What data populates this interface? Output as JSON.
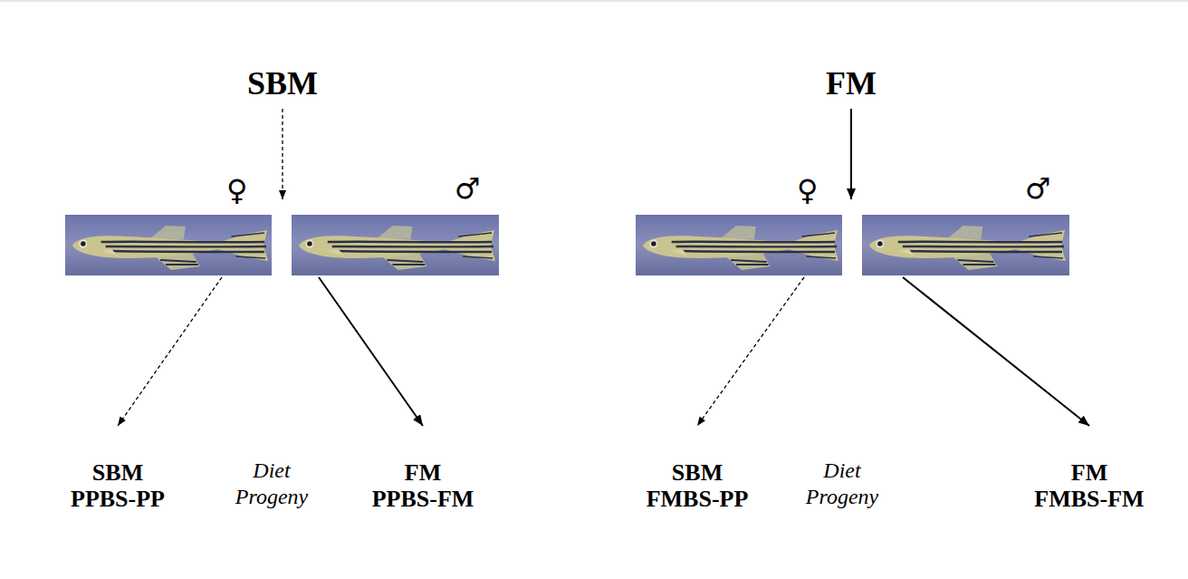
{
  "diagram": {
    "nodes": [
      {
        "text": [
          "SBM"
        ]
      },
      {
        "text": [
          "♀"
        ]
      },
      {
        "text": [
          "♂"
        ]
      },
      {
        "text": [
          "SBM",
          "PPBS-PP"
        ]
      },
      {
        "text": [
          "FM",
          "PPBS-FM"
        ]
      },
      {
        "text": [
          "FM"
        ]
      },
      {
        "text": [
          "♀"
        ]
      },
      {
        "text": [
          "♂"
        ]
      },
      {
        "text": [
          "SBM",
          "FMBS-PP"
        ]
      },
      {
        "text": [
          "FM",
          "FMBS-FM"
        ]
      }
    ],
    "edges": [
      {
        "from": 0,
        "to": 1,
        "arrow": "to"
      },
      {
        "from": 1,
        "to": 3,
        "arrow": "to"
      },
      {
        "from": 2,
        "to": 4,
        "arrow": "to"
      },
      {
        "from": 5,
        "to": 6,
        "arrow": "to"
      },
      {
        "from": 6,
        "to": 8,
        "arrow": "to"
      },
      {
        "from": 7,
        "to": 9,
        "arrow": "to"
      }
    ],
    "labels": [
      "Diet Progeny",
      "Diet Progeny"
    ]
  }
}
